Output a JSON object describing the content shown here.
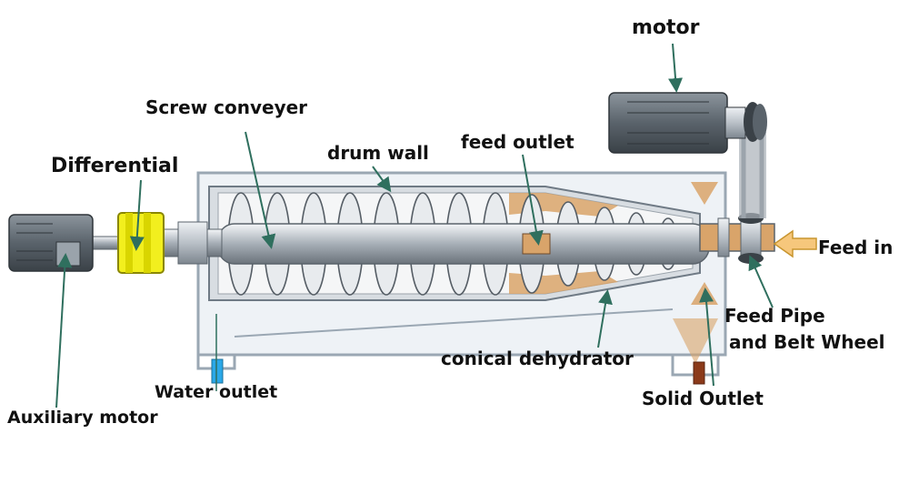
{
  "labels": {
    "motor": "motor",
    "screw_conveyer": "Screw conveyer",
    "drum_wall": "drum wall",
    "feed_outlet": "feed outlet",
    "differential": "Differential",
    "feed_in": "Feed in",
    "feed_pipe_line1": "Feed Pipe",
    "feed_pipe_line2": "and Belt Wheel",
    "conical_dehydrator": "conical dehydrator",
    "water_outlet": "Water outlet",
    "solid_outlet": "Solid Outlet",
    "auxiliary_motor": "Auxiliary motor"
  },
  "colors": {
    "arrow": "#2f6f5e",
    "frame": "#9aa7b3",
    "differential": "#f2ef1e",
    "sludge": "#d9a46a",
    "water": "#2aa8e8",
    "solid": "#8b3a1a",
    "feed_arrow": "#f6c77c",
    "motor": "#5f6870"
  }
}
